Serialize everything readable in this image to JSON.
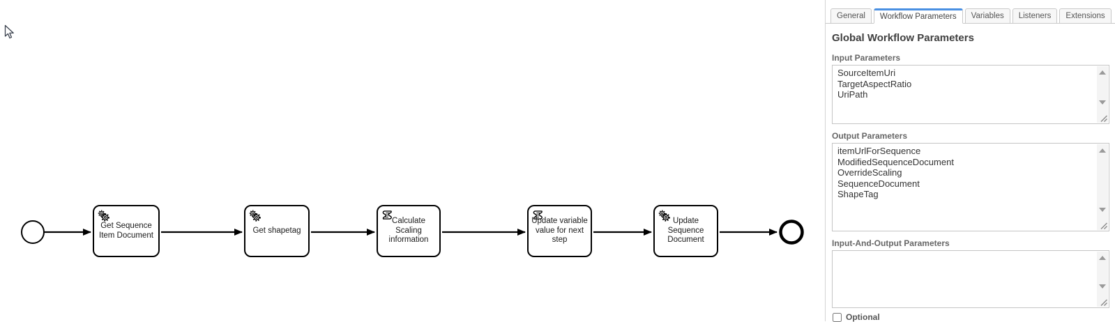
{
  "diagram": {
    "tasks": [
      {
        "label": "Get Sequence Item Document",
        "type": "service"
      },
      {
        "label": "Get shapetag",
        "type": "service"
      },
      {
        "label": "Calculate Scaling information",
        "type": "script"
      },
      {
        "label": "Update variable value for next step",
        "type": "script"
      },
      {
        "label": "Update Sequence Document",
        "type": "service"
      }
    ]
  },
  "panel": {
    "tabs": [
      {
        "label": "General",
        "active": false
      },
      {
        "label": "Workflow Parameters",
        "active": true
      },
      {
        "label": "Variables",
        "active": false
      },
      {
        "label": "Listeners",
        "active": false
      },
      {
        "label": "Extensions",
        "active": false
      }
    ],
    "heading": "Global Workflow Parameters",
    "sections": [
      {
        "label": "Input Parameters",
        "items": [
          "SourceItemUri",
          "TargetAspectRatio",
          "UriPath"
        ]
      },
      {
        "label": "Output Parameters",
        "items": [
          "itemUrlForSequence",
          "ModifiedSequenceDocument",
          "OverrideScaling",
          "SequenceDocument",
          "ShapeTag"
        ]
      },
      {
        "label": "Input-And-Output Parameters",
        "items": []
      }
    ],
    "optional": {
      "label": "Optional",
      "checked": false
    }
  },
  "colors": {
    "active_tab_accent": "#4a90e2",
    "shape_stroke": "#000000",
    "panel_border": "#c9c9c9"
  }
}
